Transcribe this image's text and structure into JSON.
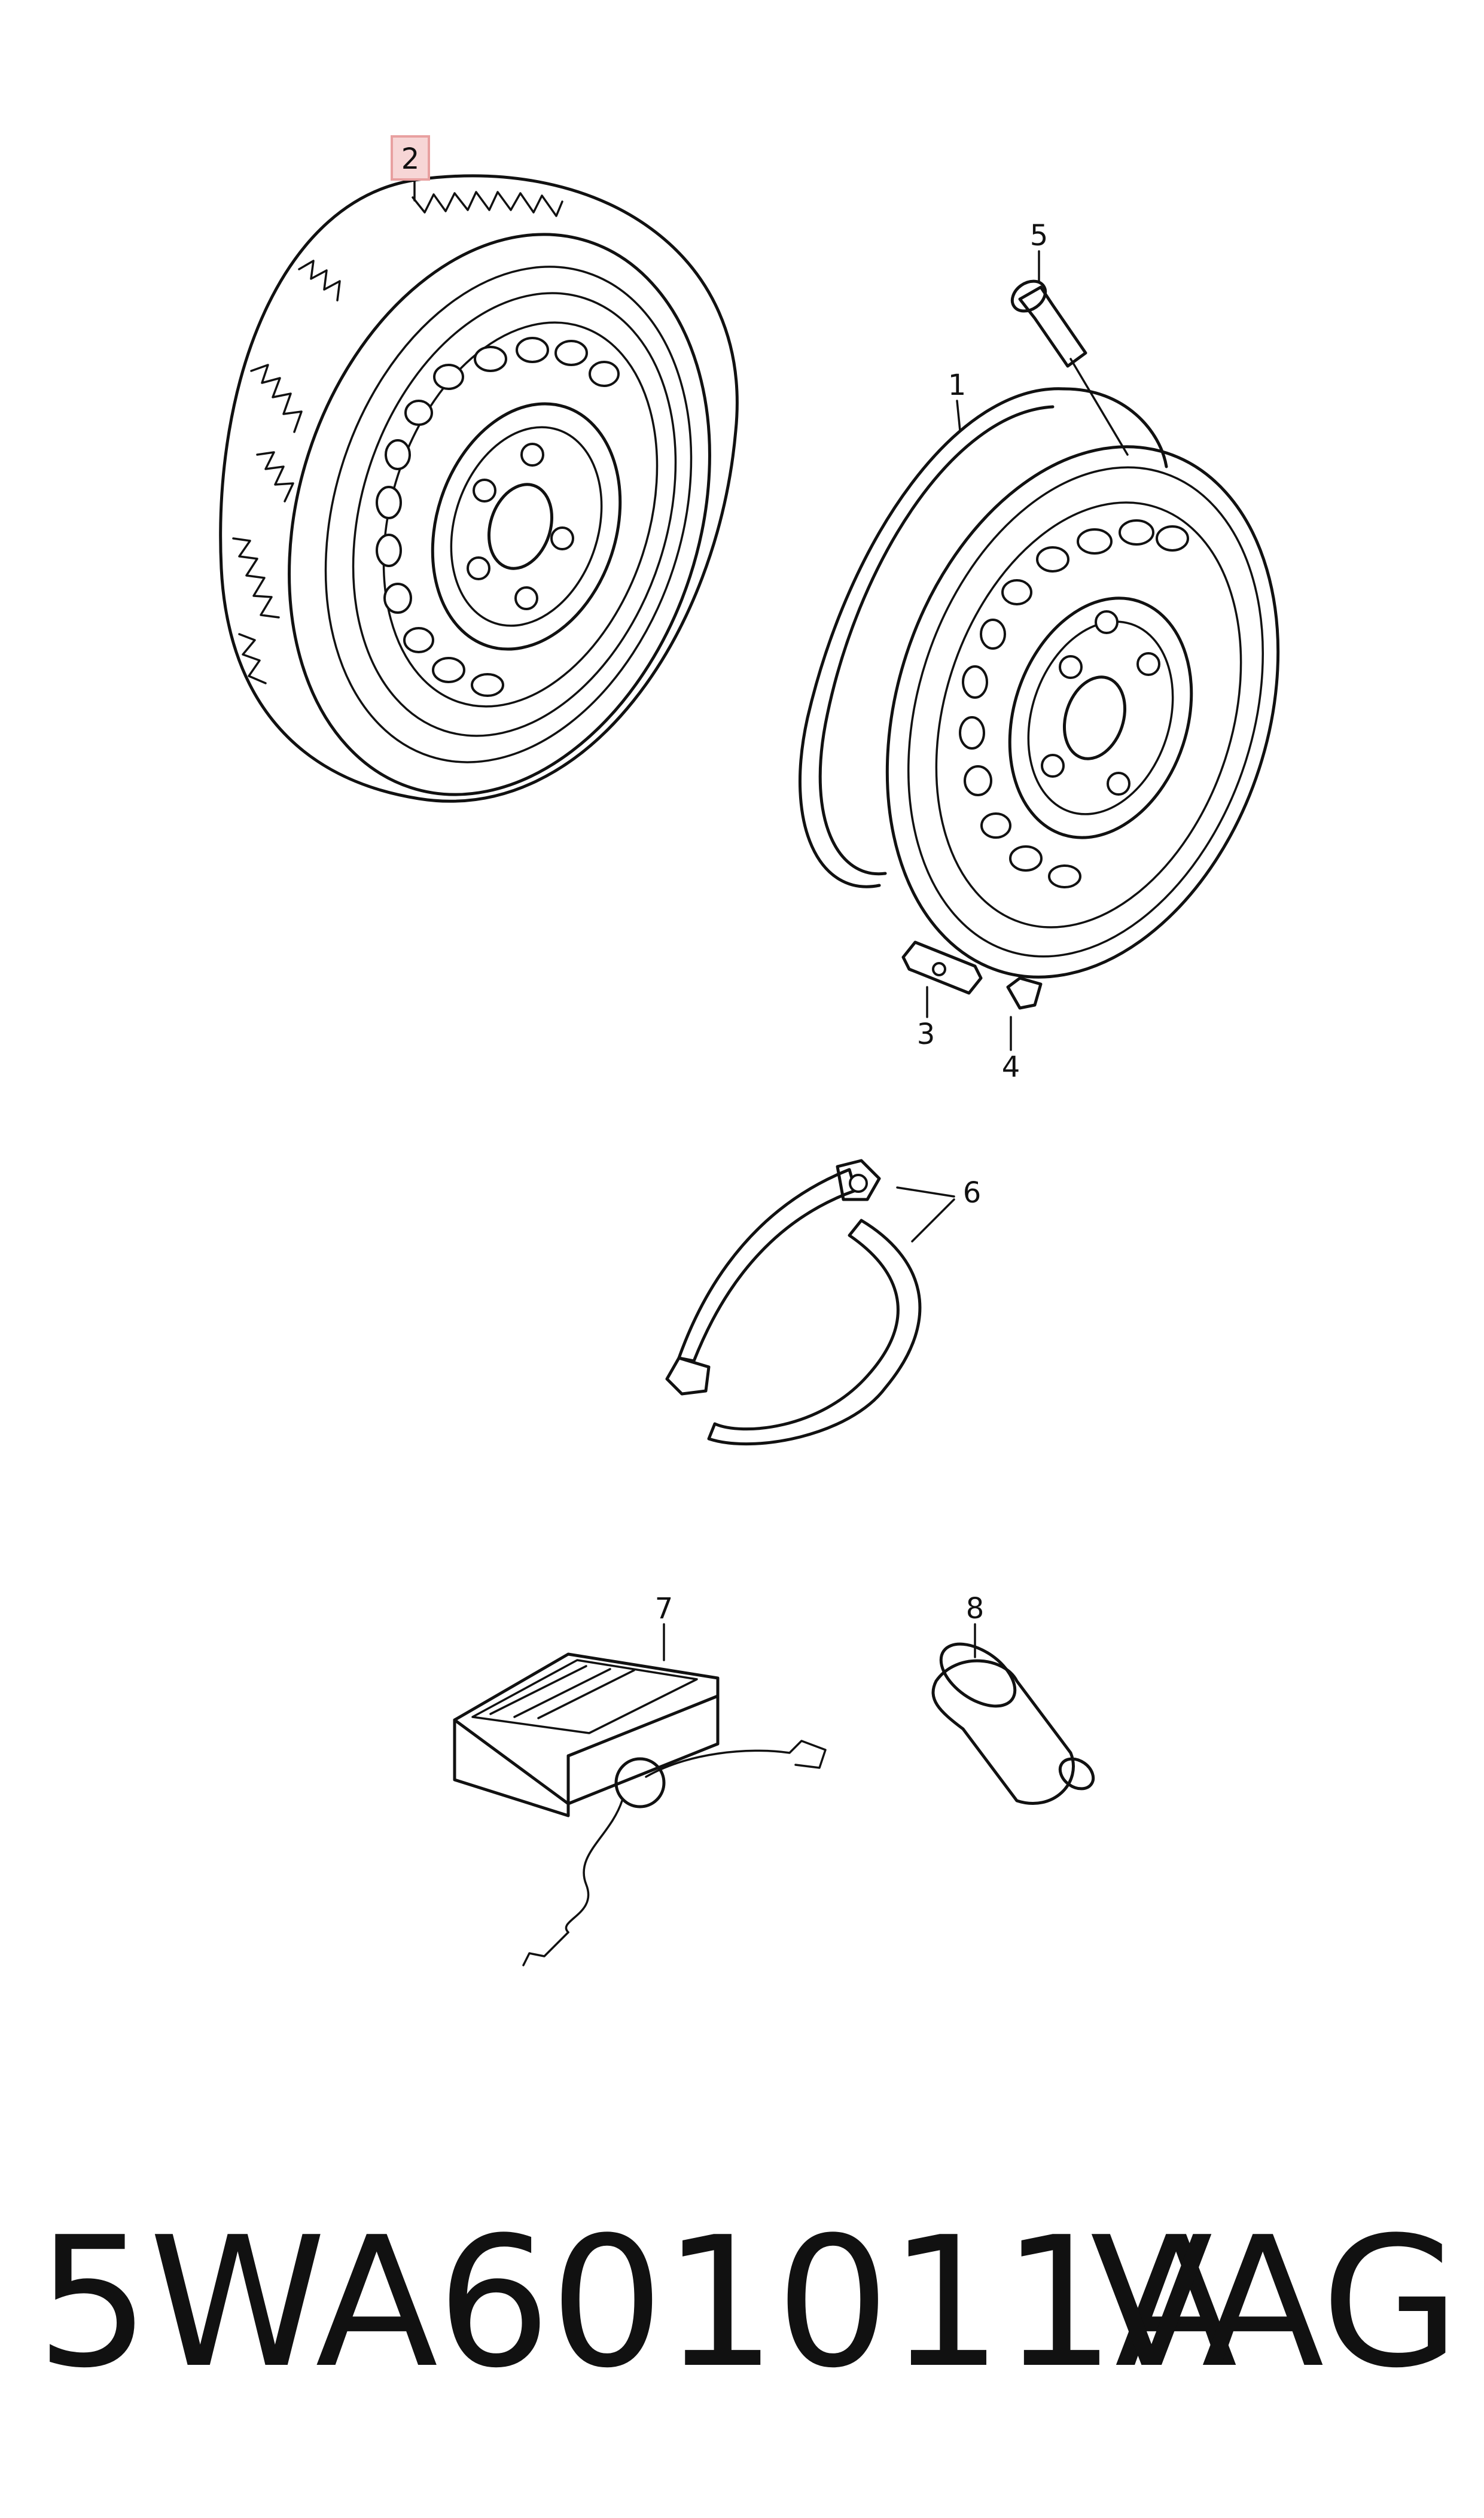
{
  "callouts": {
    "c1": "1",
    "c2": "2",
    "c3": "3",
    "c4": "4",
    "c5": "5",
    "c6": "6",
    "c7": "7",
    "c8": "8"
  },
  "highlighted_callout": "2",
  "highlight_color": "#e8a0a0",
  "footer": {
    "part_number": "5WA601011A",
    "brand": "VAG"
  }
}
